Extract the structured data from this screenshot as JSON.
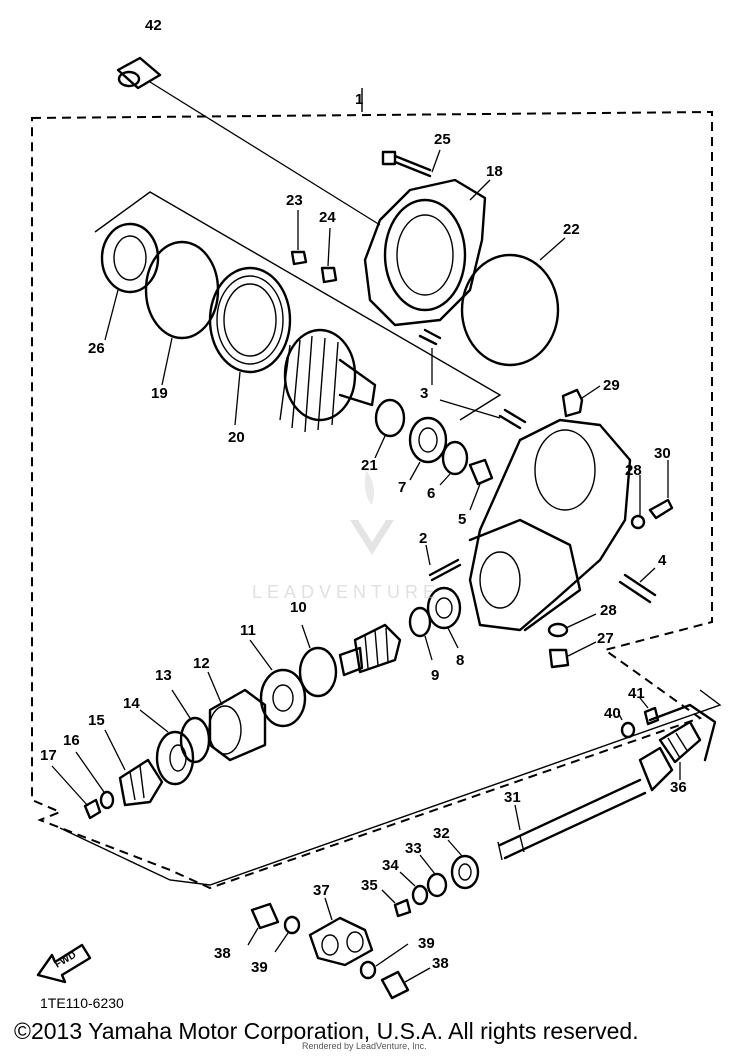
{
  "diagram": {
    "reference_code": "1TE110-6230",
    "fwd_label": "FWD",
    "watermark": "LEADVENTURE",
    "callouts": {
      "c1": "1",
      "c2": "2",
      "c3": "3",
      "c4": "4",
      "c5": "5",
      "c6": "6",
      "c7": "7",
      "c8": "8",
      "c9": "9",
      "c10": "10",
      "c11": "11",
      "c12": "12",
      "c13": "13",
      "c14": "14",
      "c15": "15",
      "c16": "16",
      "c17": "17",
      "c18": "18",
      "c19": "19",
      "c20": "20",
      "c21": "21",
      "c22": "22",
      "c23": "23",
      "c24": "24",
      "c25": "25",
      "c26": "26",
      "c27": "27",
      "c28a": "28",
      "c28b": "28",
      "c29": "29",
      "c30": "30",
      "c31": "31",
      "c32": "32",
      "c33": "33",
      "c34": "34",
      "c35": "35",
      "c36": "36",
      "c37": "37",
      "c38a": "38",
      "c38b": "38",
      "c39a": "39",
      "c39b": "39",
      "c40": "40",
      "c41": "41",
      "c42": "42"
    }
  },
  "footer": {
    "copyright": "©2013 Yamaha Motor Corporation, U.S.A. All rights reserved.",
    "rendered_by": "Rendered by LeadVenture, Inc."
  }
}
